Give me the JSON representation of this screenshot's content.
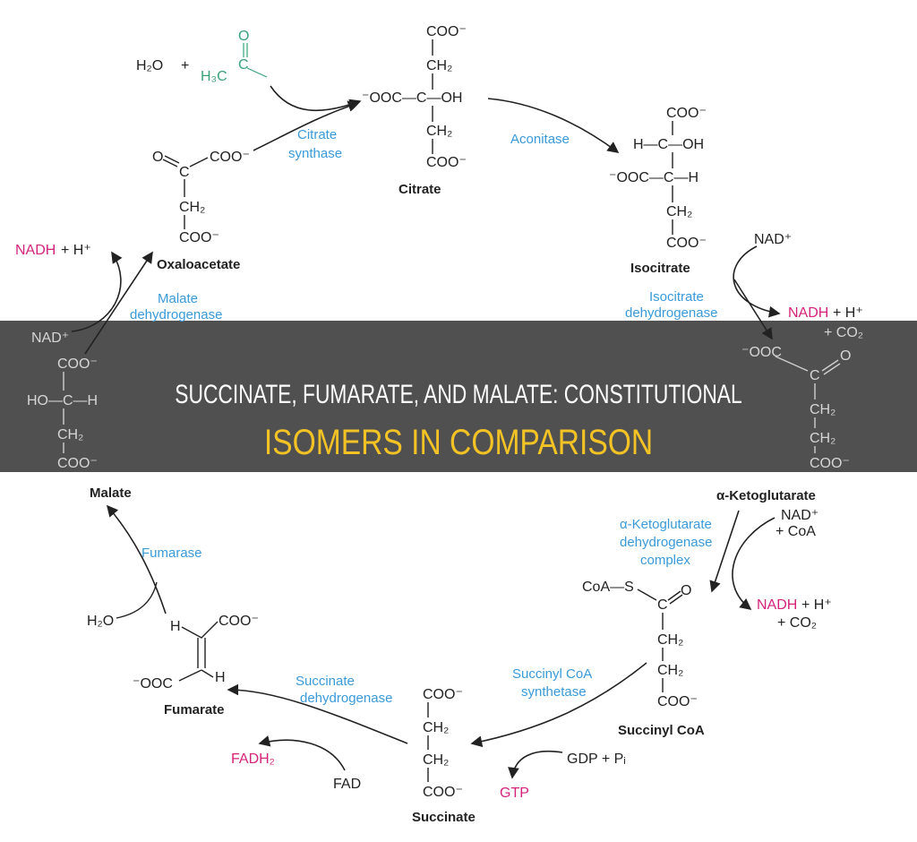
{
  "title": {
    "line1": "SUCCINATE, FUMARATE, AND MALATE: CONSTITUTIONAL",
    "line2": "ISOMERS IN COMPARISON"
  },
  "colors": {
    "enzyme": "#3a9ad9",
    "cofactor": "#d4237a",
    "acetyl": "#3aa07a",
    "title_line2": "#f3c325",
    "band": "#444444"
  },
  "diagram": {
    "acetyl": {
      "water": "H₂O",
      "plus": "+",
      "o": "O",
      "c": "C",
      "h3c": "H₃C"
    },
    "citrate": {
      "r1": "COO⁻",
      "r2": "CH₂",
      "r3": "⁻OOC—C—OH",
      "r4": "CH₂",
      "r5": "COO⁻",
      "name": "Citrate"
    },
    "citrate_synthase": [
      "Citrate",
      "synthase"
    ],
    "aconitase": "Aconitase",
    "oxaloacetate": {
      "o": "O",
      "c": "C",
      "coo": "COO⁻",
      "ch2": "CH₂",
      "coo2": "COO⁻",
      "name": "Oxaloacetate"
    },
    "malate_dh": {
      "nadh": "NADH",
      "rest": "+  H⁺",
      "nad": "NAD⁺",
      "enzyme": [
        "Malate",
        "dehydrogenase"
      ]
    },
    "isocitrate": {
      "r1": "COO⁻",
      "r2": "H—C—OH",
      "r3": "⁻OOC—C—H",
      "r4": "CH₂",
      "r5": "COO⁻",
      "name": "Isocitrate"
    },
    "isocitrate_dh": {
      "nad": "NAD⁺",
      "enzyme": [
        "Isocitrate",
        "dehydrogenase"
      ],
      "nadh": "NADH",
      "rest": "+  H⁺",
      "co2": "+  CO₂"
    },
    "akg": {
      "ooc": "⁻OOC",
      "o": "O",
      "c": "C",
      "r1": "CH₂",
      "r2": "CH₂",
      "r3": "COO⁻",
      "name": "α-Ketoglutarate"
    },
    "malate": {
      "r1": "COO⁻",
      "r2": "HO—C—H",
      "r3": "CH₂",
      "r4": "COO⁻",
      "name": "Malate"
    },
    "akg_dh": {
      "nad": "NAD⁺",
      "coa": "+  CoA",
      "enzyme": [
        "α-Ketoglutarate",
        "dehydrogenase",
        "complex"
      ],
      "nadh": "NADH",
      "rest": "+  H⁺",
      "co2": "+  CO₂"
    },
    "succinyl_coa": {
      "coas": "CoA—S",
      "o": "O",
      "c": "C",
      "r1": "CH₂",
      "r2": "CH₂",
      "r3": "COO⁻",
      "name": "Succinyl CoA"
    },
    "fumarase": {
      "enzyme": "Fumarase",
      "water": "H₂O"
    },
    "fumarate": {
      "h1": "H",
      "coo": "COO⁻",
      "ooc": "⁻OOC",
      "h2": "H",
      "name": "Fumarate"
    },
    "succinate_dh": {
      "enzyme": [
        "Succinate",
        "dehydrogenase"
      ],
      "fadh2": "FADH₂",
      "fad": "FAD"
    },
    "succinyl_coa_synthetase": {
      "enzyme": [
        "Succinyl CoA",
        "synthetase"
      ],
      "gdp": "GDP  +  Pᵢ",
      "gtp": "GTP"
    },
    "succinate": {
      "r1": "COO⁻",
      "r2": "CH₂",
      "r3": "CH₂",
      "r4": "COO⁻",
      "name": "Succinate"
    }
  }
}
